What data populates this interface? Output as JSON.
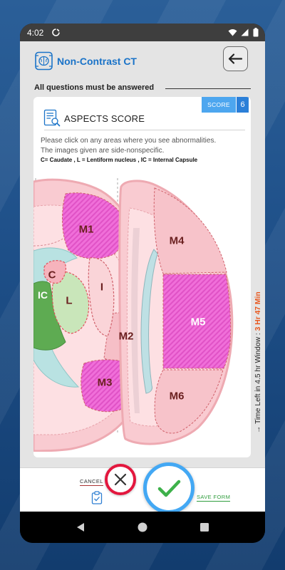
{
  "status_bar": {
    "time": "4:02",
    "icons": [
      "data-saver-icon",
      "wifi-icon",
      "cell-signal-icon",
      "battery-icon"
    ]
  },
  "header": {
    "title": "Non-Contrast CT",
    "logo_icon": "brain-scan-icon",
    "back_icon": "arrow-left-icon"
  },
  "notice": "All questions must be answered",
  "card": {
    "title": "ASPECTS SCORE",
    "title_icon": "checklist-search-icon",
    "score_label": "SCORE",
    "score_value": "6",
    "instructions": [
      "Please click on any areas where you see abnormalities.",
      "The images given are side-nonspecific."
    ],
    "legend": "C= Caudate , L = Lentiform nucleus , IC = Internal Capsule"
  },
  "regions": {
    "M1": {
      "label": "M1",
      "selected": true
    },
    "C": {
      "label": "C",
      "selected": false
    },
    "IC": {
      "label": "IC",
      "selected": false
    },
    "L": {
      "label": "L",
      "selected": false
    },
    "I": {
      "label": "I",
      "selected": false
    },
    "M2": {
      "label": "M2",
      "selected": false
    },
    "M3": {
      "label": "M3",
      "selected": true
    },
    "M4": {
      "label": "M4",
      "selected": false
    },
    "M5": {
      "label": "M5",
      "selected": true
    },
    "M6": {
      "label": "M6",
      "selected": false
    }
  },
  "timer": {
    "arrow": "→",
    "label": "Time Left in 4.5 hr Window :",
    "value": "3 Hr 47 Min"
  },
  "footer": {
    "cancel_label": "CANCEL",
    "save_label": "SAVE FORM",
    "clipboard_icon": "clipboard-icon",
    "cancel_icon": "close-icon",
    "save_icon": "check-icon"
  },
  "nav_bar": {
    "icons": [
      "nav-back-icon",
      "nav-home-icon",
      "nav-recents-icon"
    ]
  },
  "colors": {
    "accent": "#1a73c8",
    "score_badge": "#4da6ef",
    "score_value_bg": "#2b7fd8",
    "selected_region": "#f06fd9",
    "region_label": "#6b2020",
    "cancel_red": "#e3173e",
    "save_ring": "#43a8f4",
    "save_check": "#3db14a",
    "save_text": "#2f9d3d",
    "timer_value": "#e9561c"
  }
}
